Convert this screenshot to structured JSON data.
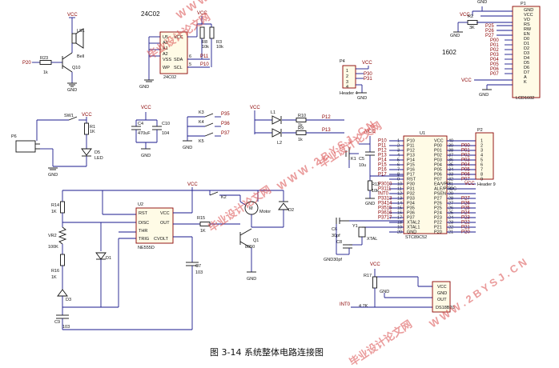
{
  "caption": "图 3-14  系统整体电路连接图",
  "labels": {
    "vcc": "VCC",
    "gnd": "GND"
  },
  "watermarks": [
    "毕业设计论文网",
    "W W W . 2 B Y S J .",
    "W W W . 2 B Y S J . C N",
    "毕业设计论文网"
  ],
  "buzzer": {
    "ls1": "LS1",
    "bell": "Bell",
    "p20": "P20",
    "r23": "R23",
    "r23v": "1k",
    "q10": "Q10"
  },
  "eeprom": {
    "title": "24C02",
    "u": "U5",
    "pins": [
      "A0",
      "A1",
      "A2",
      "VSS",
      "VCC",
      "SDA",
      "WP",
      "SCL"
    ],
    "r8": "R8",
    "r8v": "10k",
    "r3": "R3",
    "r3v": "10k",
    "p11": "P11",
    "p10": "P10",
    "pin6": "6",
    "pin5": "5"
  },
  "lcd": {
    "p": "P1",
    "part": "LCD1602",
    "model": "1602",
    "r2": "R2",
    "r2v": "3K",
    "pins": [
      "GND",
      "VCC",
      "VO",
      "RS",
      "RW",
      "EN",
      "D0",
      "D1",
      "D2",
      "D3",
      "D4",
      "D5",
      "D6",
      "D7",
      "A",
      "K"
    ],
    "nets": [
      "P25",
      "P26",
      "P27",
      "P00",
      "P01",
      "P02",
      "P03",
      "P04",
      "P05",
      "P06",
      "P07"
    ]
  },
  "header4": {
    "p": "P4",
    "name": "Header 4",
    "pins": [
      "1",
      "2",
      "3",
      "4"
    ],
    "p30": "P30",
    "p31": "P31"
  },
  "sw1": {
    "sw": "SW1",
    "r1": "R1",
    "r1v": "1K",
    "d5": "D5",
    "d5v": "LED",
    "p6": "P6"
  },
  "caps": {
    "c4": "C4",
    "c4v": "470uF",
    "c10": "C10",
    "c10v": "104"
  },
  "keys": {
    "k3": "K3",
    "k4": "K4",
    "k5": "K5",
    "p35": "P35",
    "p36": "P36",
    "p37": "P37"
  },
  "leds": {
    "l1": "L1",
    "l2": "L2",
    "r10": "R10",
    "r10v": "1k",
    "r9": "R9",
    "r9v": "1k",
    "p12": "P12",
    "p13": "P13"
  },
  "ne555": {
    "u2": "U2",
    "part": "NE555D",
    "pins": [
      "RST",
      "VCC",
      "DISC",
      "OUT",
      "THR",
      "TRIG",
      "CVOLT"
    ],
    "r14": "R14",
    "r14v": "1K",
    "vr2": "VR2",
    "vr2v": "100K",
    "r16": "R16",
    "r16v": "1K",
    "d3": "D3",
    "c9": "C9",
    "c9v": "103",
    "d1": "D1",
    "r15": "R15",
    "r15v": "1K",
    "c7": "C7",
    "c7v": "103",
    "k2": "K2",
    "m": "M",
    "motor": "Motor",
    "d2": "D2",
    "q1": "Q1",
    "q1v": "8050"
  },
  "mcu": {
    "u1": "U1",
    "part": "STC89C52",
    "left": [
      [
        "P10",
        "1"
      ],
      [
        "P11",
        "2"
      ],
      [
        "P12",
        "3"
      ],
      [
        "P13",
        "4"
      ],
      [
        "P14",
        "5"
      ],
      [
        "P15",
        "6"
      ],
      [
        "P16",
        "7"
      ],
      [
        "P17",
        "8"
      ],
      [
        "RST",
        "9"
      ],
      [
        "P30",
        "10"
      ],
      [
        "P31",
        "11"
      ],
      [
        "P32",
        "12"
      ],
      [
        "P33",
        "13"
      ],
      [
        "P34",
        "14"
      ],
      [
        "P35",
        "15"
      ],
      [
        "P36",
        "16"
      ],
      [
        "P37",
        "17"
      ],
      [
        "XTAL2",
        "18"
      ],
      [
        "XTAL1",
        "19"
      ],
      [
        "GND",
        "20"
      ]
    ],
    "left_nets": [
      "P10",
      "P11",
      "P12",
      "P13",
      "P14",
      "P15",
      "P16",
      "P17",
      "",
      "P3010",
      "P3111",
      "INT0",
      "P3313",
      "P3414",
      "P3515",
      "P3616",
      "P3717",
      "",
      "",
      ""
    ],
    "right": [
      [
        "VCC",
        "40"
      ],
      [
        "P00",
        "39"
      ],
      [
        "P01",
        "38"
      ],
      [
        "P02",
        "37"
      ],
      [
        "P03",
        "36"
      ],
      [
        "P04",
        "35"
      ],
      [
        "P05",
        "34"
      ],
      [
        "P06",
        "33"
      ],
      [
        "P07",
        "32"
      ],
      [
        "EA/VPP",
        "31"
      ],
      [
        "ALE/PROG",
        "30"
      ],
      [
        "PSEN",
        "29"
      ],
      [
        "P27",
        "28"
      ],
      [
        "P26",
        "27"
      ],
      [
        "P25",
        "26"
      ],
      [
        "P24",
        "25"
      ],
      [
        "P23",
        "24"
      ],
      [
        "P22",
        "23"
      ],
      [
        "P21",
        "22"
      ],
      [
        "P20",
        "21"
      ]
    ],
    "right_nets": [
      "",
      "P00",
      "P01",
      "P02",
      "P03",
      "P04",
      "P05",
      "P06",
      "P07",
      "",
      "",
      "",
      "P27",
      "P26",
      "P25",
      "P24",
      "P23",
      "P22",
      "P21",
      "P20"
    ],
    "k1": "K1",
    "c5": "C5",
    "c5v": "10u",
    "r13": "R13",
    "r13v": "10k",
    "c6": "C6",
    "c6v": "30pf",
    "y1": "Y1",
    "y1v": "XTAL",
    "c8": "C8",
    "gndc": "GND30pf"
  },
  "header9": {
    "p": "P2",
    "name": "Header 9",
    "pins": [
      "1",
      "2",
      "3",
      "4",
      "5",
      "6",
      "7",
      "8",
      "9"
    ]
  },
  "sensor": {
    "r17": "R17",
    "r17v": "4.7K",
    "int0": "INT0",
    "pins": [
      "VCC",
      "GND",
      "OUT"
    ],
    "part": "DS18B20"
  }
}
